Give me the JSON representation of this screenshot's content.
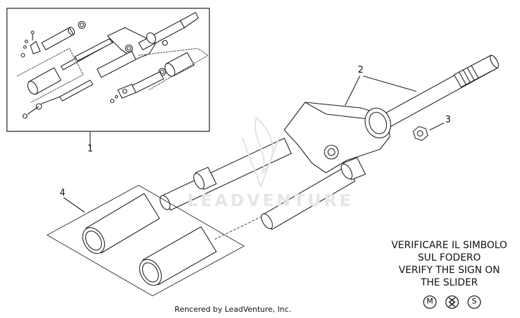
{
  "callouts": [
    {
      "id": "1",
      "label": "1"
    },
    {
      "id": "2",
      "label": "2"
    },
    {
      "id": "3",
      "label": "3"
    },
    {
      "id": "4",
      "label": "4"
    }
  ],
  "note": {
    "line1": "VERIFICARE IL SIMBOLO",
    "line2": "SUL FODERO",
    "line3": "VERIFY THE SIGN ON",
    "line4": "THE SLIDER"
  },
  "symbols": {
    "m": "M",
    "s": "S"
  },
  "watermark": {
    "text": "LEADVENTURE"
  },
  "footer": {
    "text": "Rencered by LeadVenture, Inc."
  },
  "colors": {
    "line": "#222222",
    "fill": "#ffffff",
    "watermark": "#e6e6e6"
  }
}
